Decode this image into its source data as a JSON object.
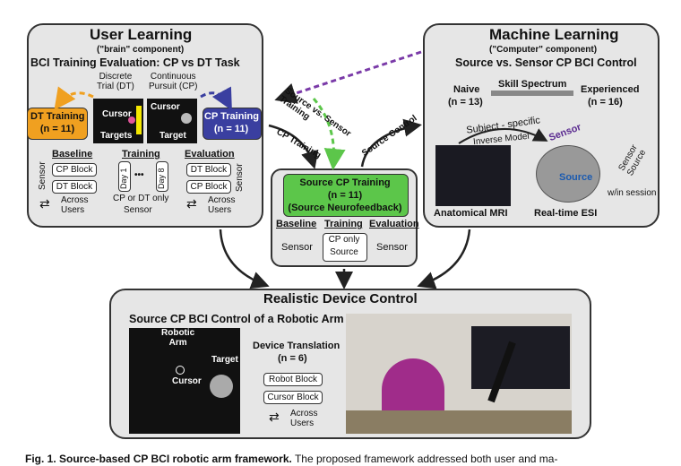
{
  "user_learning": {
    "title": "User Learning",
    "subtitle": "(\"brain\" component)",
    "eval_title": "BCI Training Evaluation: CP vs DT Task",
    "dt_trial": "Discrete\nTrial (DT)",
    "cp_trial": "Continuous\nPursuit (CP)",
    "dt_training": "DT Training",
    "dt_n": "(n = 11)",
    "cp_training": "CP Training",
    "cp_n": "(n = 11)",
    "cursor": "Cursor",
    "targets": "Targets",
    "target": "Target",
    "baseline": "Baseline",
    "training": "Training",
    "evaluation": "Evaluation",
    "sensor": "Sensor",
    "cp_block": "CP Block",
    "dt_block": "DT Block",
    "day1": "Day 1",
    "day8": "Day 8",
    "ellipsis": "•••",
    "cp_or_dt": "CP or DT only",
    "sensor2": "Sensor",
    "across_users": "Across\nUsers"
  },
  "arrows": {
    "source_vs_sensor": "Source vs. Sensor\nTraining",
    "cp_training": "CP Training",
    "source_control": "Source Control"
  },
  "source_cp": {
    "title": "Source CP Training",
    "n": "(n = 11)",
    "sub": "(Source Neurofeedback)",
    "baseline": "Baseline",
    "training": "Training",
    "evaluation": "Evaluation",
    "sensor_left": "Sensor",
    "cp_only": "CP only",
    "source": "Source",
    "sensor_right": "Sensor"
  },
  "machine_learning": {
    "title": "Machine Learning",
    "subtitle": "(\"Computer\" component)",
    "control_title": "Source vs. Sensor CP BCI Control",
    "naive": "Naive",
    "naive_n": "(n = 13)",
    "skill": "Skill Spectrum",
    "experienced": "Experienced",
    "exp_n": "(n = 16)",
    "subject_specific": "Subject - specific",
    "inverse_model": "Inverse Model",
    "sensor": "Sensor",
    "source": "Source",
    "sensor_source": "Sensor\nSource",
    "within_session": "w/in session",
    "anatomical_mri": "Anatomical MRI",
    "realtime_esi": "Real-time ESI"
  },
  "realistic": {
    "title": "Realistic Device Control",
    "subtitle": "Source CP BCI Control of a Robotic Arm",
    "robotic_arm": "Robotic\nArm",
    "target": "Target",
    "cursor": "Cursor",
    "device_translation": "Device Translation",
    "n": "(n = 6)",
    "robot_block": "Robot Block",
    "cursor_block": "Cursor Block",
    "across_users": "Across\nUsers"
  },
  "caption": {
    "bold": "Fig. 1. Source-based CP BCI robotic arm framework.",
    "text": " The proposed framework addressed both user and ma-"
  },
  "colors": {
    "orange": "#f0a020",
    "blue": "#3a3fa0",
    "green": "#5cc64a",
    "purple": "#7a3aa8",
    "panel": "#e6e6e6"
  }
}
